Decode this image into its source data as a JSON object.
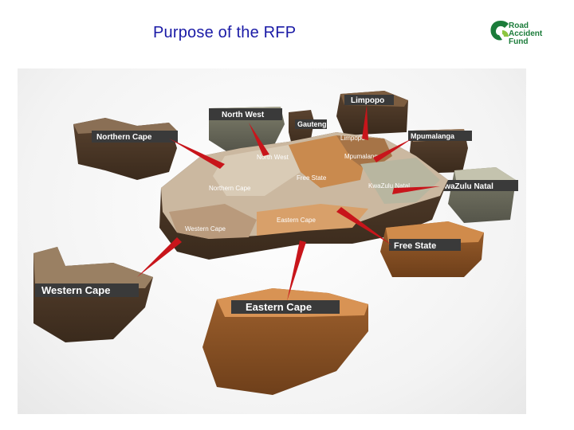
{
  "title": "Purpose of the RFP",
  "logo": {
    "line1": "Road",
    "line2": "Accident",
    "line3": "Fund"
  },
  "map": {
    "province_labels": {
      "limpopo": "Limpopo",
      "north_west": "North West",
      "gauteng": "Gauteng",
      "northern_cape": "Northern Cape",
      "mpumalanga": "Mpumalanga",
      "kwazulu_natal": "KwaZulu Natal",
      "free_state": "Free State",
      "western_cape": "Western Cape",
      "eastern_cape": "Eastern Cape"
    },
    "center_labels": {
      "limpopo": "Limpopo",
      "north_west": "North West",
      "free_state": "Free State",
      "northern_cape": "Northern Cape",
      "mpumalanga": "Mpumalanga",
      "kwazulu_natal": "KwaZulu Natal",
      "eastern_cape": "Eastern Cape",
      "western_cape": "Western Cape"
    }
  },
  "colors": {
    "title": "#1a1aa6",
    "logo_green": "#1b7c3a",
    "arrow_red": "#c8151b",
    "label_bg": "#3a3a3a"
  }
}
